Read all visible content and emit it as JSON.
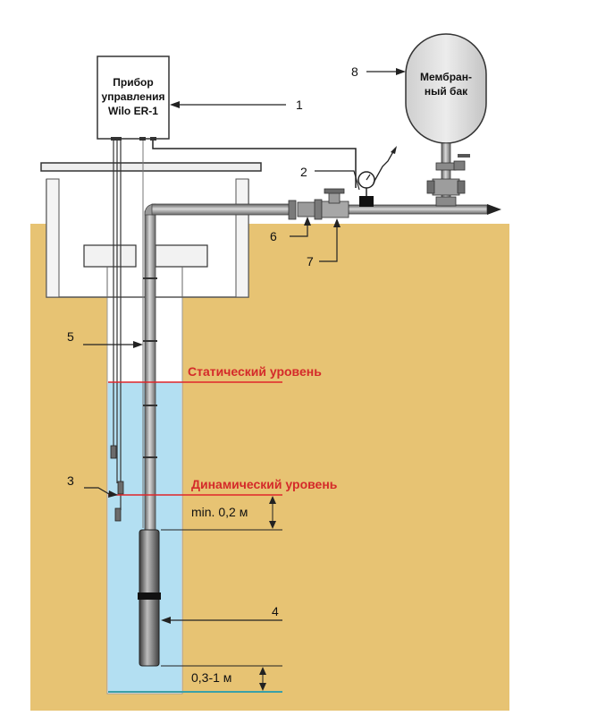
{
  "control_box": {
    "line1": "Прибор",
    "line2": "управления",
    "line3": "Wilo ER-1"
  },
  "tank": {
    "line1": "Мембран-",
    "line2": "ный бак"
  },
  "callouts": {
    "n1": "1",
    "n2": "2",
    "n3": "3",
    "n4": "4",
    "n5": "5",
    "n6": "6",
    "n7": "7",
    "n8": "8"
  },
  "levels": {
    "static": "Статический уровень",
    "dynamic": "Динамический уровень"
  },
  "dimensions": {
    "min_gap": "min. 0,2 м",
    "bottom_gap": "0,3-1 м"
  },
  "colors": {
    "ground": "#e7c373",
    "water": "#b3dff2",
    "level_line": "#e0262b",
    "level_text": "#d42a2a",
    "well": "#ffffff",
    "tank": "#e1e1e1",
    "pipe": "#8a8a8a"
  }
}
